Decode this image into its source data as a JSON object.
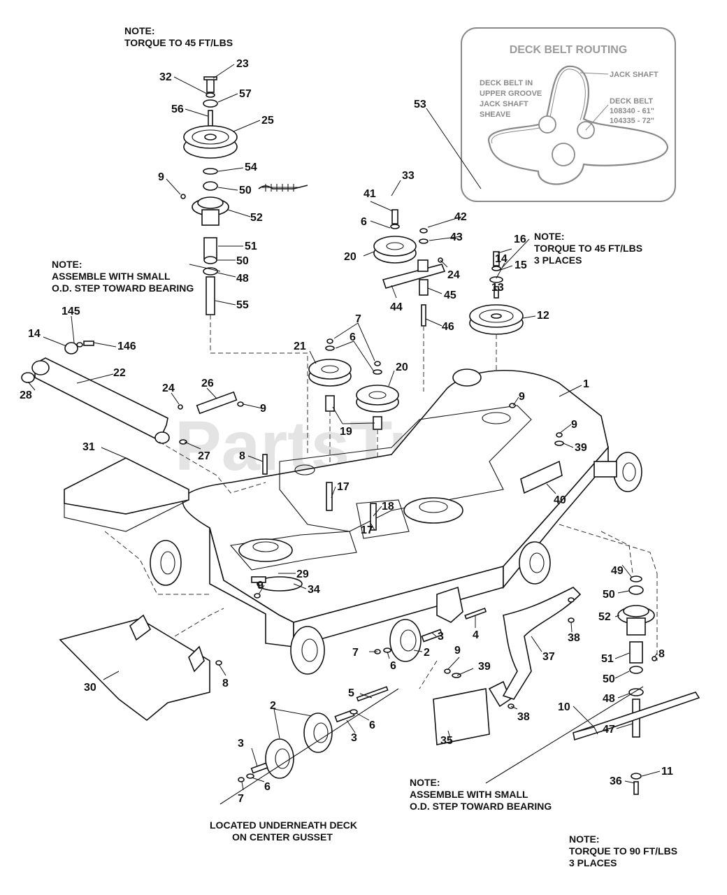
{
  "watermark": "PartsTree",
  "belt_routing": {
    "title": "DECK BELT ROUTING",
    "left_label": [
      "DECK BELT IN",
      "UPPER GROOVE",
      "JACK SHAFT",
      "SHEAVE"
    ],
    "jack_shaft_label": "JACK SHAFT",
    "deck_belt_label": [
      "DECK BELT",
      "108340 - 61\"",
      "104335 - 72\""
    ]
  },
  "notes": {
    "torque_top": [
      "NOTE:",
      "TORQUE TO 45 FT/LBS"
    ],
    "assemble_left": [
      "NOTE:",
      "ASSEMBLE WITH SMALL",
      "O.D. STEP TOWARD BEARING"
    ],
    "torque_right": [
      "NOTE:",
      "TORQUE TO 45 FT/LBS",
      "3 PLACES"
    ],
    "assemble_bottom": [
      "NOTE:",
      "ASSEMBLE WITH SMALL",
      "O.D. STEP TOWARD BEARING"
    ],
    "located_underneath": [
      "LOCATED UNDERNEATH DECK",
      "ON CENTER GUSSET"
    ],
    "torque_bottom": [
      "NOTE:",
      "TORQUE TO 90 FT/LBS",
      "3 PLACES"
    ]
  },
  "callouts": [
    "23",
    "32",
    "57",
    "56",
    "25",
    "54",
    "9",
    "50",
    "52",
    "51",
    "50",
    "48",
    "55",
    "14",
    "145",
    "146",
    "22",
    "28",
    "24",
    "26",
    "9",
    "27",
    "8",
    "31",
    "33",
    "41",
    "42",
    "6",
    "43",
    "20",
    "24",
    "44",
    "45",
    "46",
    "16",
    "14",
    "15",
    "13",
    "12",
    "7",
    "6",
    "21",
    "20",
    "19",
    "17",
    "18",
    "17",
    "1",
    "9",
    "9",
    "39",
    "40",
    "29",
    "9",
    "34",
    "30",
    "8",
    "7",
    "6",
    "2",
    "3",
    "4",
    "2",
    "5",
    "6",
    "3",
    "3",
    "6",
    "7",
    "9",
    "39",
    "37",
    "38",
    "35",
    "38",
    "49",
    "50",
    "52",
    "51",
    "8",
    "50",
    "48",
    "47",
    "10",
    "11",
    "36"
  ]
}
